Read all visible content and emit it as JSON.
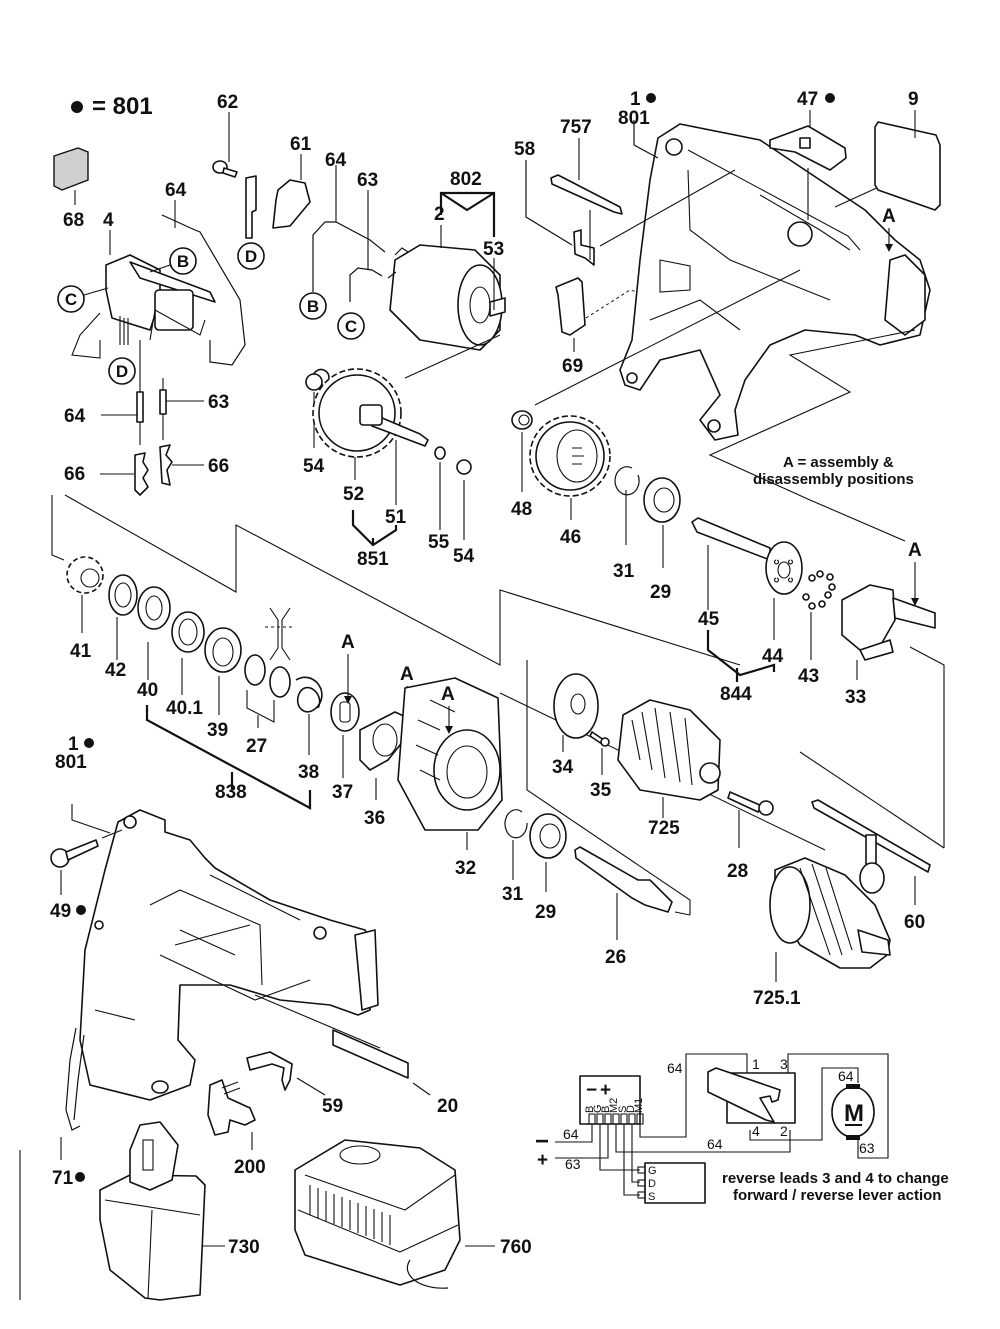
{
  "legend": {
    "bullet_meaning": "= 801"
  },
  "note_assembly": {
    "line1": "A = assembly &",
    "line2": "disassembly positions"
  },
  "position_marker": "A",
  "connector_letters": {
    "b": "B",
    "c": "C",
    "d": "D"
  },
  "parts": {
    "p68": "68",
    "p4": "4",
    "p64a": "64",
    "p62": "62",
    "p61": "61",
    "p64b": "64",
    "p63a": "63",
    "p802": "802",
    "p2": "2",
    "p53": "53",
    "p64c": "64",
    "p63b": "63",
    "p66a": "66",
    "p66b": "66",
    "p54a": "54",
    "p52": "52",
    "p51": "51",
    "p55": "55",
    "p54b": "54",
    "p851": "851",
    "p1a": "1",
    "p801a": "801",
    "p757": "757",
    "p58": "58",
    "p69": "69",
    "p47": "47",
    "p9": "9",
    "p48": "48",
    "p46": "46",
    "p31a": "31",
    "p29a": "29",
    "p45": "45",
    "p44": "44",
    "p844": "844",
    "p43": "43",
    "p33": "33",
    "p41": "41",
    "p42": "42",
    "p40": "40",
    "p40_1": "40.1",
    "p39": "39",
    "p27": "27",
    "p838": "838",
    "p38": "38",
    "p37": "37",
    "p36": "36",
    "p32": "32",
    "p34": "34",
    "p35": "35",
    "p725": "725",
    "p28": "28",
    "p31b": "31",
    "p29b": "29",
    "p26": "26",
    "p60": "60",
    "p725_1": "725.1",
    "p1b": "1",
    "p801b": "801",
    "p49": "49",
    "p59": "59",
    "p20": "20",
    "p71": "71",
    "p200": "200",
    "p730": "730",
    "p760": "760"
  },
  "wiring": {
    "module_signs": {
      "minus": "−",
      "plus": "+"
    },
    "module_pins": [
      "B",
      "G",
      "B",
      "M2",
      "S",
      "D",
      "M1"
    ],
    "supply": {
      "minus": "−",
      "plus": "+"
    },
    "wire_labels": {
      "w64_top": "64",
      "w64_left": "64",
      "w63_left": "63",
      "w64_mid": "64",
      "w64_motor": "64",
      "w63_motor": "63"
    },
    "switch_terminals": {
      "t1": "1",
      "t3": "3",
      "t4": "4",
      "t2": "2"
    },
    "motor_label": "M",
    "fet_pins": [
      "G",
      "D",
      "S"
    ],
    "note_line1": "reverse leads 3 and 4 to change",
    "note_line2": "forward / reverse lever action"
  }
}
